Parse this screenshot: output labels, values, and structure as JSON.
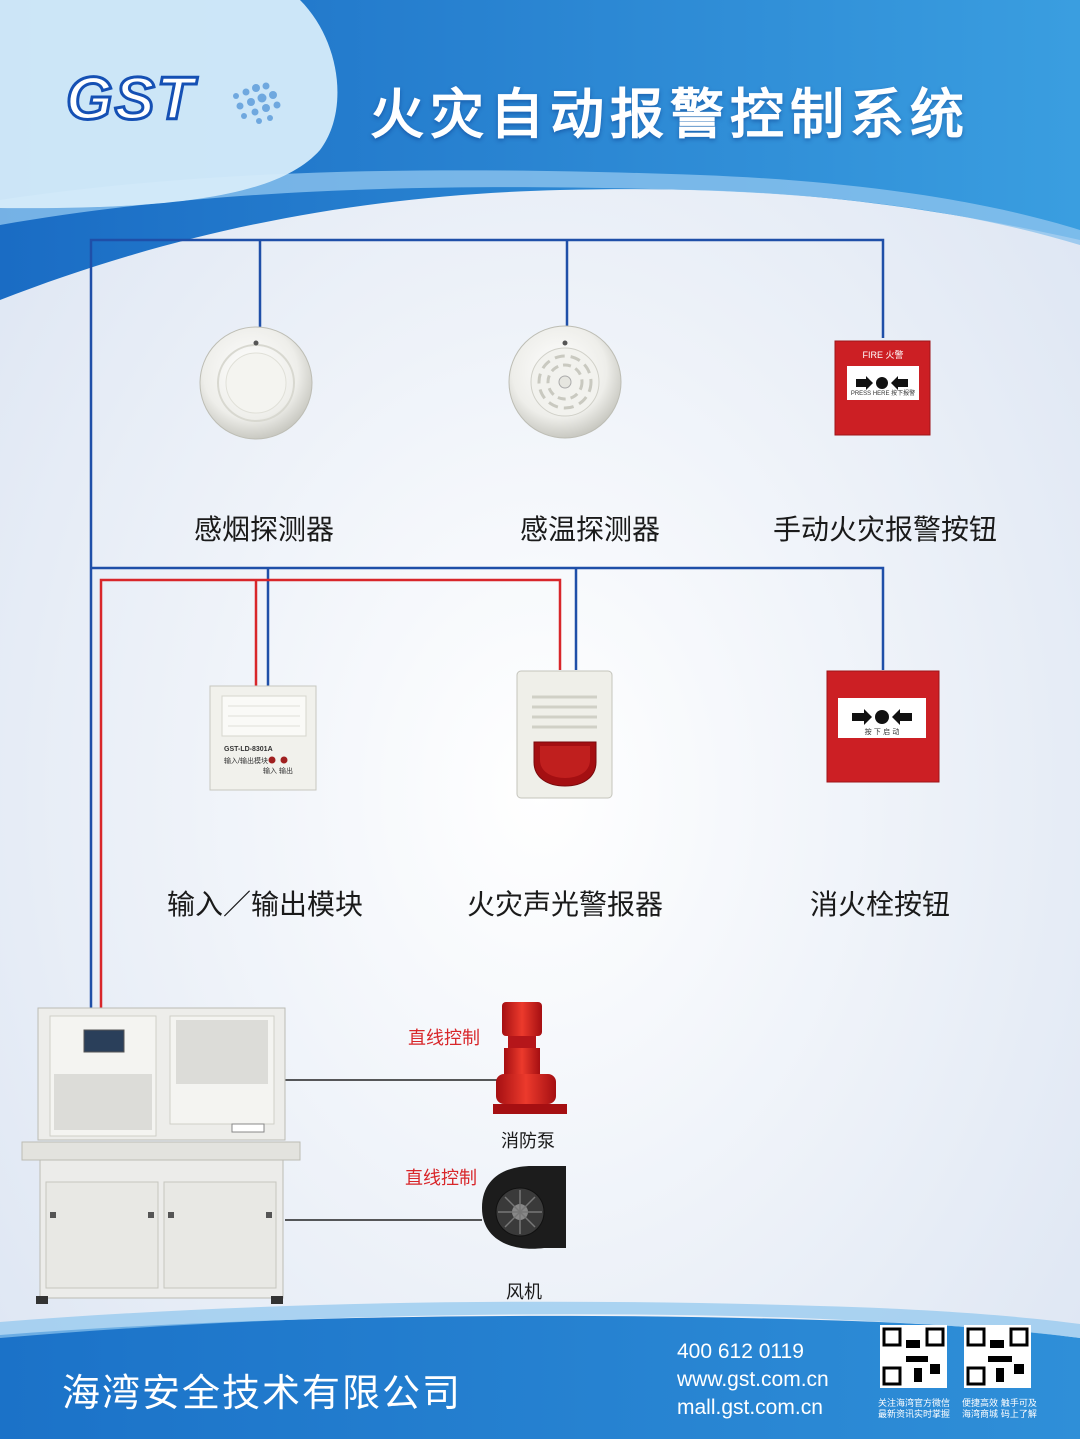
{
  "header": {
    "logo_text": "GST",
    "title": "火灾自动报警控制系统"
  },
  "devices": {
    "smoke_detector": {
      "label": "感烟探测器",
      "icon": "smoke-detector"
    },
    "heat_detector": {
      "label": "感温探测器",
      "icon": "heat-detector"
    },
    "manual_call_point": {
      "label": "手动火灾报警按钮",
      "icon": "manual-call-point",
      "face_text": "FIRE 火警",
      "face_sub": "PRESS HERE 按下报警"
    },
    "io_module": {
      "label": "输入／输出模块",
      "icon": "io-module",
      "model": "GST-LD-8301A",
      "module_name": "输入/输出模块",
      "io_text": "输入  输出"
    },
    "sounder_strobe": {
      "label": "火灾声光警报器",
      "icon": "sounder-strobe"
    },
    "hydrant_button": {
      "label": "消火栓按钮",
      "icon": "hydrant-button",
      "face_sub": "按 下 启 动"
    }
  },
  "direct_control": {
    "pump": {
      "control_label": "直线控制",
      "label": "消防泵",
      "icon": "fire-pump"
    },
    "fan": {
      "control_label": "直线控制",
      "label": "风机",
      "icon": "fan"
    }
  },
  "control_panel": {
    "icon": "fire-alarm-control-panel"
  },
  "footer": {
    "company": "海湾安全技术有限公司",
    "phone": "400 612 0119",
    "website": "www.gst.com.cn",
    "mall": "mall.gst.com.cn",
    "qr_left_caption": [
      "关注海湾官方微信",
      "最新资讯实时掌握"
    ],
    "qr_right_caption": [
      "便捷高效  触手可及",
      "海湾商城  码上了解"
    ]
  },
  "colors": {
    "bus_blue": "#1f4fa8",
    "power_red": "#d8262a",
    "background": "#e9eef6",
    "accent_blue": "#1e78c8",
    "device_red": "#cc1f24"
  }
}
